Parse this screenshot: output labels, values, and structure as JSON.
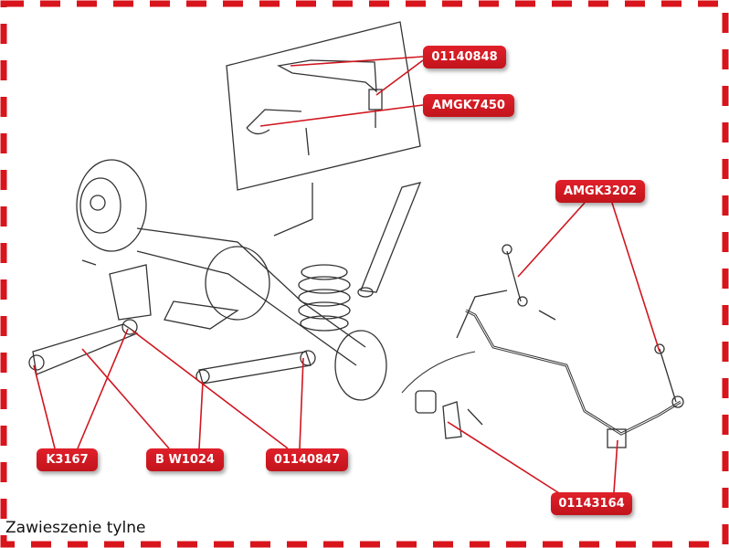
{
  "title": "Zawieszenie tylne",
  "labels": {
    "l1": "01140848",
    "l2": "AMGK7450",
    "l3": "AMGK3202",
    "l4": "K3167",
    "l5": "B W1024",
    "l6": "01140847",
    "l7": "01143164"
  },
  "colors": {
    "accent": "#d0161f",
    "border": "#d8141c",
    "drawing": "#333333"
  }
}
